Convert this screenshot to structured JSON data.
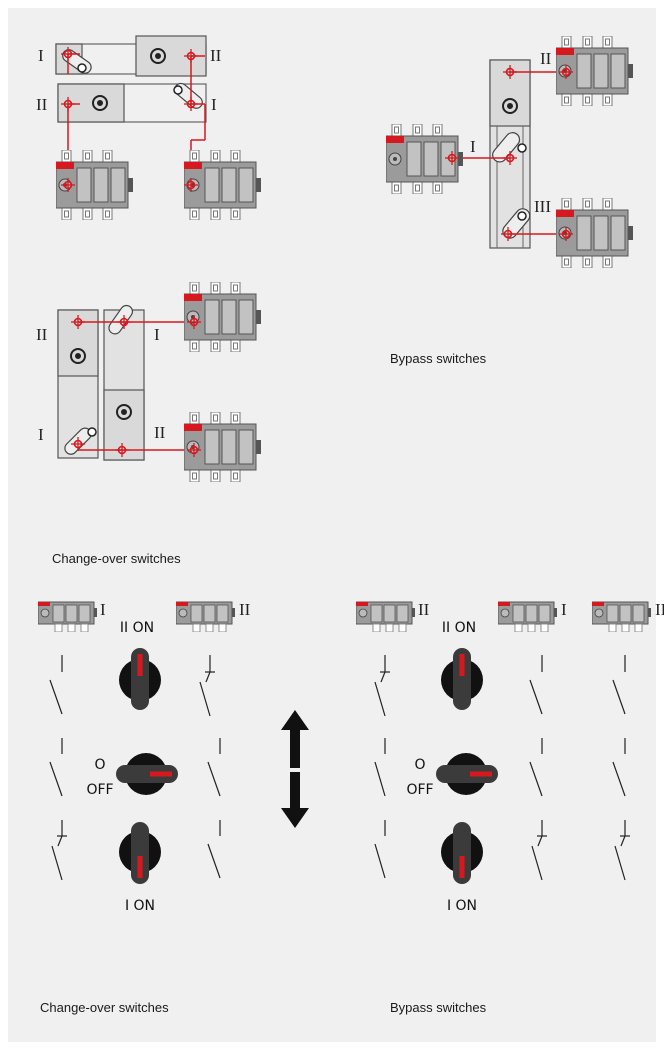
{
  "captions": {
    "top_bypass": "Bypass switches",
    "top_changeover": "Change-over switches",
    "bottom_changeover": "Change-over switches",
    "bottom_bypass": "Bypass switches"
  },
  "position_labels": {
    "one": "I",
    "two": "II",
    "three": "III"
  },
  "handle_labels": {
    "ii_on": "II ON",
    "o": "O",
    "off": "OFF",
    "i_on": "I ON"
  },
  "colors": {
    "red": "#d7191f",
    "switch_body": "#9b9b9b",
    "handle": "#111111",
    "panel": "#f0f0f0"
  },
  "icons": [
    "switch-module-icon",
    "rotary-handle-icon",
    "double-arrow-icon",
    "contact-symbol-icon"
  ]
}
